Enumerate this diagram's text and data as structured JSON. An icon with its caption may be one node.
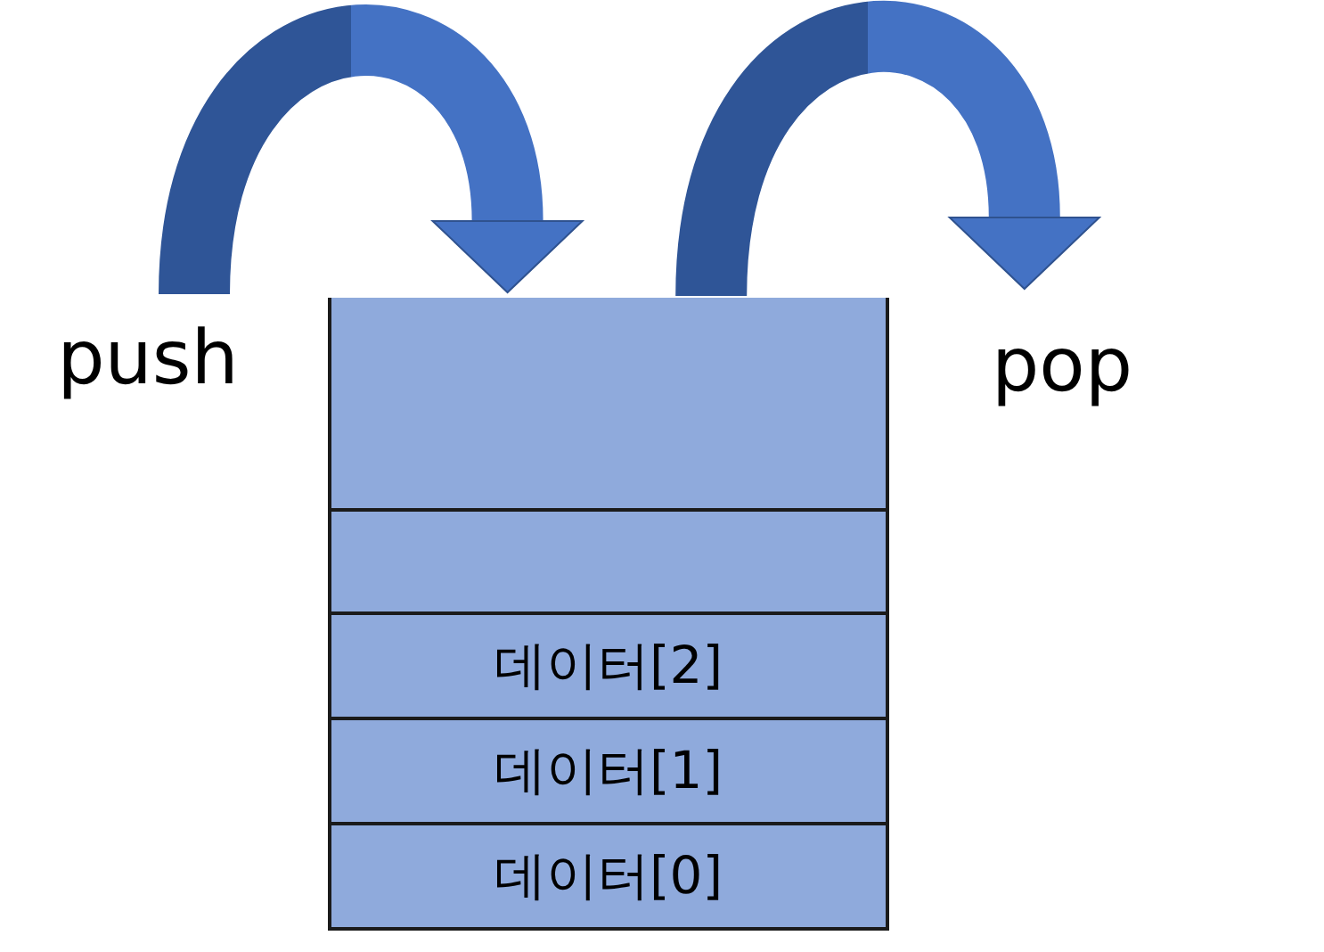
{
  "diagram": {
    "nodes": [
      {
        "text": [
          "push"
        ]
      },
      {
        "text": [],
        "shape": "box"
      },
      {
        "text": [],
        "shape": "box",
        "in": 1
      },
      {
        "text": [],
        "shape": "box",
        "in": 1
      },
      {
        "text": [
          "데이터[2]"
        ],
        "in": 1
      },
      {
        "text": [
          "데이터[1]"
        ],
        "in": 1
      },
      {
        "text": [
          "데이터[0]"
        ],
        "in": 1
      },
      {
        "text": [
          "pop"
        ]
      }
    ],
    "edges": [
      {
        "from": 0,
        "to": 1,
        "arrow": "to"
      },
      {
        "from": 1,
        "to": 7,
        "arrow": "to"
      }
    ]
  }
}
